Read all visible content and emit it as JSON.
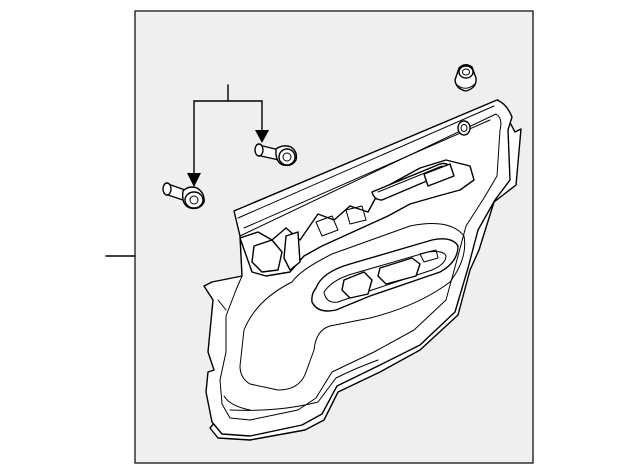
{
  "diagram": {
    "colors": {
      "background": "#ffffff",
      "frame_fill": "#efefef",
      "line": "#000000"
    },
    "parts": [
      {
        "name": "door-trim-panel"
      },
      {
        "name": "clip-bolt"
      },
      {
        "name": "clip-bolt"
      },
      {
        "name": "grommet"
      }
    ]
  }
}
